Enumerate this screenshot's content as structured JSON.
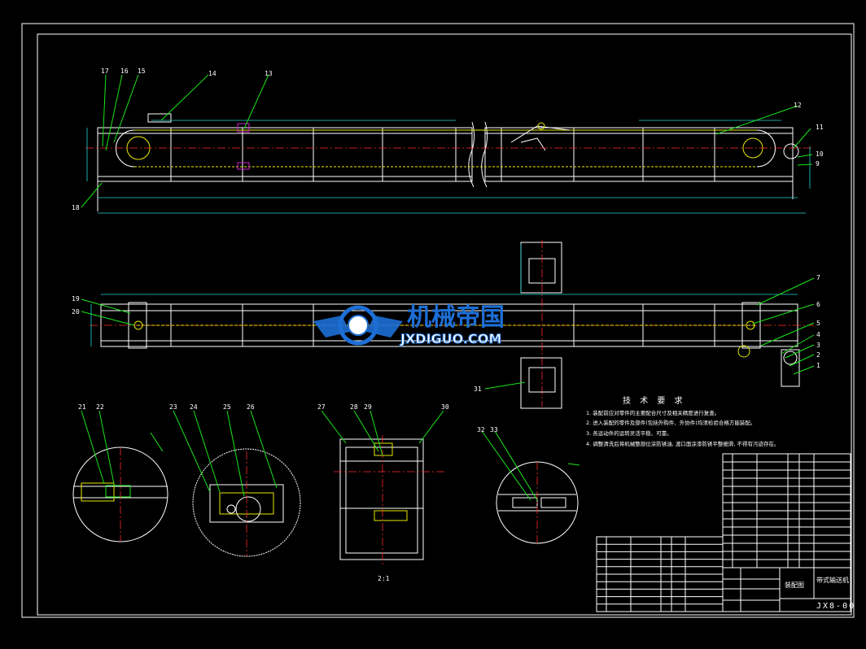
{
  "drawing": {
    "part_numbers_top": [
      "17",
      "16",
      "15",
      "14",
      "13",
      "12",
      "11",
      "10",
      "9",
      "18"
    ],
    "part_numbers_mid": [
      "19",
      "20",
      "7",
      "6",
      "5",
      "4",
      "3",
      "2",
      "1",
      "31"
    ],
    "part_numbers_bottom": [
      "21",
      "22",
      "23",
      "24",
      "25",
      "26",
      "27",
      "28",
      "29",
      "30",
      "32",
      "33"
    ],
    "scale_note": "2:1"
  },
  "tech_requirements": {
    "title": "技 术 要 求",
    "items": [
      "1. 装配前应对零件的主要配合尺寸及相关精度进行复查。",
      "2. 进入装配的零件及部件(包括外购件、外协件)均须检验合格方能装配。",
      "3. 各运动件的运转灵活平稳、可靠。",
      "4. 调整清洗后将机械整部位涂防锈油, 渡口面涂漆防锈平整细滑, 不得有污迹存在。"
    ]
  },
  "title_block": {
    "drawing_name": "装配图",
    "drawing_code": "JX8-00",
    "product": "带式输送机"
  },
  "watermark": {
    "cn": "机械帝国",
    "en": "JXDIGUO.COM"
  },
  "colors": {
    "background": "#000000",
    "frame": "#ffffff",
    "part": "#e8e800",
    "leader": "#19e619",
    "center": "#ff2a2a",
    "dimension": "#25d4d4",
    "watermark": "#1d6fd6"
  }
}
